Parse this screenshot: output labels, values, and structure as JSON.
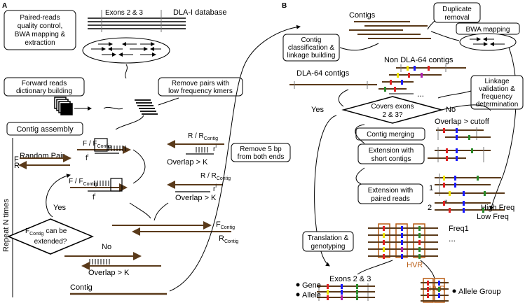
{
  "panel_a": {
    "label": "A",
    "qc_box": [
      "Paired-reads",
      "quality control,",
      "BWA mapping &",
      "extraction"
    ],
    "exons_label": "Exons 2 & 3",
    "db_label": "DLA-I database",
    "dict_box": [
      "Forward reads",
      "dictionary building"
    ],
    "remove_pairs_box": [
      "Remove pairs with",
      "low frequency kmers"
    ],
    "contig_assembly_box": "Contig assembly",
    "f_contig_1": "F / F",
    "contig_sub": "Contig",
    "r_contig_1": "R / R",
    "r_i": "r",
    "i_sub": "i",
    "f_i": "f",
    "random_pair": "Random Pair",
    "f_letter": "F",
    "r_letter": "R",
    "overlap_k": "Overlap > K",
    "remove_5bp_box": [
      "Remove 5 bp",
      "from both ends"
    ],
    "repeat_label": "Repeat N times",
    "yes_label": "Yes",
    "no_label": "No",
    "diamond_text": [
      "F",
      "can be",
      "extended?"
    ],
    "f_contig_label": "F",
    "r_contig_label": "R",
    "contig_label": "Contig"
  },
  "panel_b": {
    "label": "B",
    "contigs_label": "Contigs",
    "duplicate_box": [
      "Duplicate",
      "removal"
    ],
    "bwa_box": "BWA mapping",
    "classification_box": [
      "Contig",
      "classification &",
      "linkage building"
    ],
    "non_dla_label": "Non DLA-64 contigs",
    "dla64_label": "DLA-64 contigs",
    "linkage_box": [
      "Linkage",
      "validation &",
      "frequency",
      "determination"
    ],
    "ellipsis": "...",
    "yes_label": "Yes",
    "no_label": "No",
    "covers_diamond": [
      "Covers exons",
      "2 & 3?"
    ],
    "overlap_cutoff": "Overlap > cutoff",
    "merging_box": "Contig merging",
    "ext_short_box": [
      "Extension with",
      "short contigs"
    ],
    "ext_paired_box": [
      "Extension with",
      "paired reads"
    ],
    "one": "1",
    "two": "2",
    "star": "*",
    "high_freq": "High Freq",
    "low_freq": "Low Freq",
    "freq1": "Freq1",
    "translation_box": [
      "Translation &",
      "genotyping"
    ],
    "hvr1": "HVR",
    "hvr2": "HVR",
    "exons_bottom": "Exons 2 & 3",
    "gene": "Gene",
    "allele": "Allele",
    "allele_group": "Allele Group"
  },
  "colors": {
    "brown": "#5a3a1a",
    "yellow": "#f2e600",
    "blue": "#1a1aff",
    "red": "#e02020",
    "green": "#2a8a2a",
    "purple": "#b020b0",
    "hvr_orange": "#b85a10"
  }
}
